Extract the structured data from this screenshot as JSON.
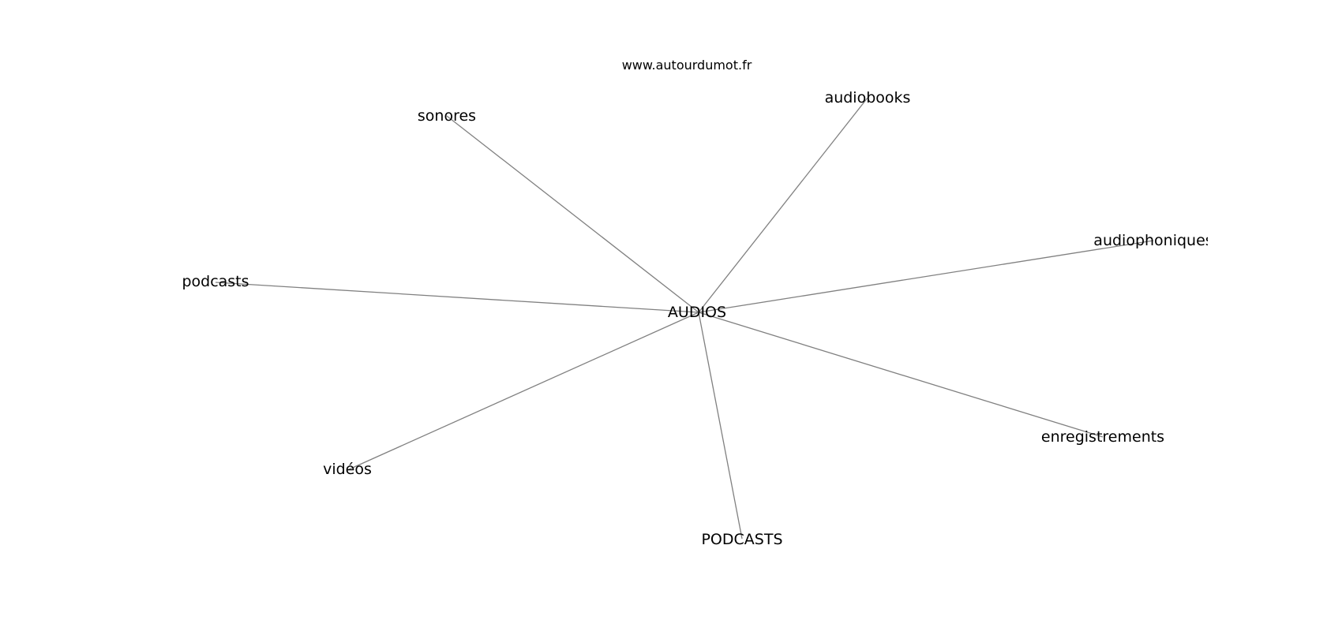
{
  "watermark": "www.autourdumot.fr",
  "center": {
    "label": "AUDIOS"
  },
  "nodes": [
    {
      "id": "sonores",
      "label": "sonores"
    },
    {
      "id": "audiobooks",
      "label": "audiobooks"
    },
    {
      "id": "audiophoniques",
      "label": "audiophoniques"
    },
    {
      "id": "podcasts",
      "label": "podcasts"
    },
    {
      "id": "enregistrements",
      "label": "enregistrements"
    },
    {
      "id": "videos",
      "label": "vidéos"
    },
    {
      "id": "PODCASTS",
      "label": "PODCASTS"
    }
  ],
  "colors": {
    "edge": "#808080",
    "text": "#000000",
    "background": "#ffffff"
  }
}
